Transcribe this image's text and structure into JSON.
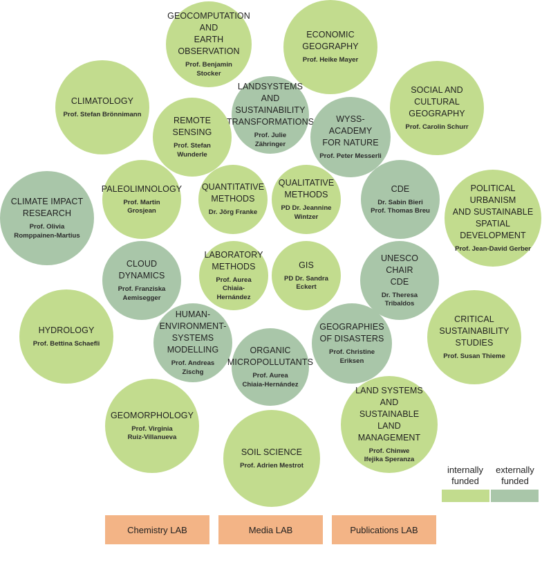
{
  "colors": {
    "internal": "#c2dc8e",
    "external": "#a9c6a9",
    "lab": "#f3b486"
  },
  "units": [
    {
      "key": "geocomputation",
      "name": [
        "GEOCOMPUTATION",
        "AND",
        "EARTH OBSERVATION"
      ],
      "head": [
        "Prof. Benjamin Stocker"
      ],
      "funding": "internal"
    },
    {
      "key": "economic-geography",
      "name": [
        "ECONOMIC",
        "GEOGRAPHY"
      ],
      "head": [
        "Prof. Heike Mayer"
      ],
      "funding": "internal"
    },
    {
      "key": "climatology",
      "name": [
        "CLIMATOLOGY"
      ],
      "head": [
        "Prof. Stefan Brönnimann"
      ],
      "funding": "internal"
    },
    {
      "key": "landsystems-transformations",
      "name": [
        "LANDSYSTEMS",
        "AND SUSTAINABILITY",
        "TRANSFORMATIONS"
      ],
      "head": [
        "Prof. Julie Zähringer"
      ],
      "funding": "external"
    },
    {
      "key": "social-cultural-geography",
      "name": [
        "SOCIAL AND",
        "CULTURAL",
        "GEOGRAPHY"
      ],
      "head": [
        "Prof. Carolin Schurr"
      ],
      "funding": "internal"
    },
    {
      "key": "remote-sensing",
      "name": [
        "REMOTE SENSING"
      ],
      "head": [
        "Prof. Stefan Wunderle"
      ],
      "funding": "internal"
    },
    {
      "key": "wyss-academy",
      "name": [
        "WYSS-ACADEMY",
        "FOR NATURE"
      ],
      "head": [
        "Prof. Peter Messerli"
      ],
      "funding": "external"
    },
    {
      "key": "climate-impact-research",
      "name": [
        "CLIMATE IMPACT",
        "RESEARCH"
      ],
      "head": [
        "Prof. Olivia",
        "Romppainen-Martius"
      ],
      "funding": "external"
    },
    {
      "key": "paleolimnology",
      "name": [
        "PALEOLIMNOLOGY"
      ],
      "head": [
        "Prof. Martin Grosjean"
      ],
      "funding": "internal"
    },
    {
      "key": "quantitative-methods",
      "name": [
        "QUANTITATIVE",
        "METHODS"
      ],
      "head": [
        "Dr. Jörg Franke"
      ],
      "funding": "internal"
    },
    {
      "key": "qualitative-methods",
      "name": [
        "QUALITATIVE",
        "METHODS"
      ],
      "head": [
        "PD Dr. Jeannine",
        "Wintzer"
      ],
      "funding": "internal"
    },
    {
      "key": "cde",
      "name": [
        "CDE"
      ],
      "head": [
        "Dr. Sabin Bieri",
        "Prof. Thomas Breu"
      ],
      "funding": "external"
    },
    {
      "key": "political-urbanism",
      "name": [
        "POLITICAL URBANISM",
        "AND SUSTAINABLE",
        "SPATIAL DEVELOPMENT"
      ],
      "head": [
        "Prof. Jean-David Gerber"
      ],
      "funding": "internal"
    },
    {
      "key": "cloud-dynamics",
      "name": [
        "CLOUD DYNAMICS"
      ],
      "head": [
        "Prof. Franziska",
        "Aemisegger"
      ],
      "funding": "external"
    },
    {
      "key": "laboratory-methods",
      "name": [
        "LABORATORY",
        "METHODS"
      ],
      "head": [
        "Prof. Aurea",
        "Chiaia-Hernández"
      ],
      "funding": "internal"
    },
    {
      "key": "gis",
      "name": [
        "GIS"
      ],
      "head": [
        "PD Dr. Sandra Eckert"
      ],
      "funding": "internal"
    },
    {
      "key": "unesco-chair-cde",
      "name": [
        "UNESCO CHAIR",
        "CDE"
      ],
      "head": [
        "Dr. Theresa Tribaldos"
      ],
      "funding": "external"
    },
    {
      "key": "hydrology",
      "name": [
        "HYDROLOGY"
      ],
      "head": [
        "Prof. Bettina Schaefli"
      ],
      "funding": "internal"
    },
    {
      "key": "human-environment-systems",
      "name": [
        "HUMAN-",
        "ENVIRONMENT-",
        "SYSTEMS",
        "MODELLING"
      ],
      "head": [
        "Prof. Andreas",
        "Zischg"
      ],
      "funding": "external"
    },
    {
      "key": "organic-micropollutants",
      "name": [
        "ORGANIC",
        "MICROPOLLUTANTS"
      ],
      "head": [
        "Prof. Aurea",
        "Chiaia-Hernández"
      ],
      "funding": "external"
    },
    {
      "key": "geographies-of-disasters",
      "name": [
        "GEOGRAPHIES",
        "OF DISASTERS"
      ],
      "head": [
        "Prof. Christine Eriksen"
      ],
      "funding": "external"
    },
    {
      "key": "critical-sustainability",
      "name": [
        "CRITICAL",
        "SUSTAINABILITY",
        "STUDIES"
      ],
      "head": [
        "Prof. Susan Thieme"
      ],
      "funding": "internal"
    },
    {
      "key": "geomorphology",
      "name": [
        "GEOMORPHOLOGY"
      ],
      "head": [
        "Prof. Virginia",
        "Ruiz-Villanueva"
      ],
      "funding": "internal"
    },
    {
      "key": "soil-science",
      "name": [
        "SOIL SCIENCE"
      ],
      "head": [
        "Prof. Adrien Mestrot"
      ],
      "funding": "internal"
    },
    {
      "key": "land-systems-management",
      "name": [
        "LAND SYSTEMS AND",
        "SUSTAINABLE LAND",
        "MANAGEMENT"
      ],
      "head": [
        "Prof. Chinwe",
        "Ifejika Speranza"
      ],
      "funding": "internal"
    }
  ],
  "legend": {
    "internal_label": [
      "internally",
      "funded"
    ],
    "external_label": [
      "externally",
      "funded"
    ]
  },
  "labs": [
    {
      "key": "chemistry-lab",
      "label": "Chemistry LAB"
    },
    {
      "key": "media-lab",
      "label": "Media LAB"
    },
    {
      "key": "publications-lab",
      "label": "Publications LAB"
    }
  ]
}
